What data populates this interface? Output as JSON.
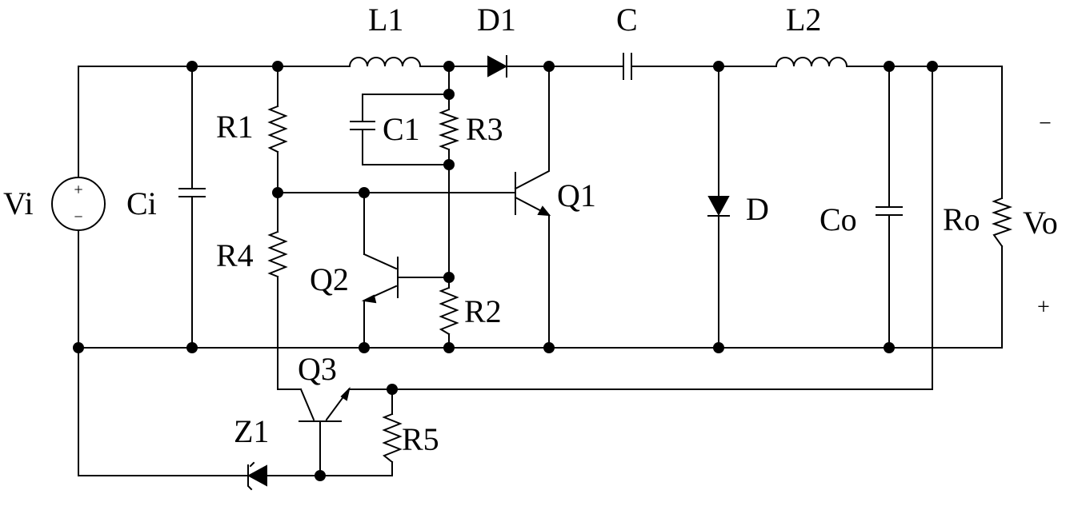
{
  "diagram": {
    "labels": {
      "Vi": "Vi",
      "Ci": "Ci",
      "R1": "R1",
      "R4": "R4",
      "L1": "L1",
      "D1": "D1",
      "C1": "C1",
      "R3": "R3",
      "Q1": "Q1",
      "Q2": "Q2",
      "R2": "R2",
      "C": "C",
      "L2": "L2",
      "D": "D",
      "Co": "Co",
      "Ro": "Ro",
      "Vo": "Vo",
      "Q3": "Q3",
      "Z1": "Z1",
      "R5": "R5"
    },
    "source_plus": "+",
    "source_minus": "−",
    "vo_minus": "−",
    "vo_plus": "+"
  }
}
